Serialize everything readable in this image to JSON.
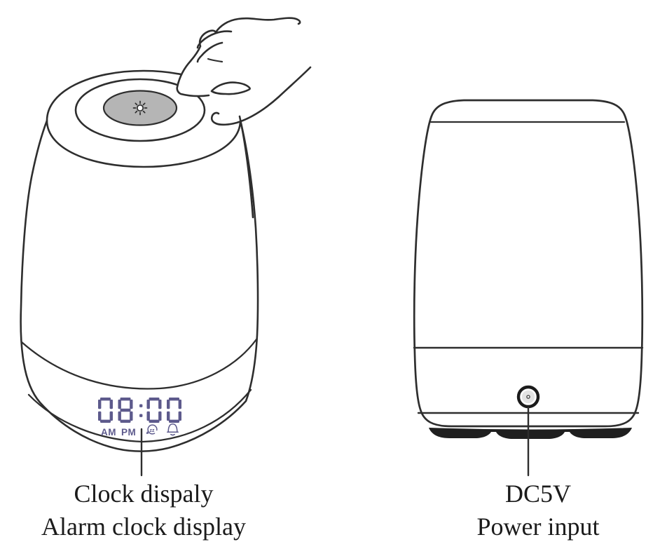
{
  "lamp_front": {
    "display": {
      "time": "08:00",
      "am": "AM",
      "pm": "PM",
      "snooze_zz": "zz",
      "color": "#5d5a8c"
    },
    "caption": {
      "line1": "Clock dispaly",
      "line2": "Alarm clock display"
    }
  },
  "lamp_back": {
    "caption": {
      "line1": "DC5V",
      "line2": "Power input"
    }
  },
  "colors": {
    "line": "#2e2e2e",
    "touch_pad": "#b5b5b5",
    "feet": "#1f1f1f",
    "connector_inner": "#e3e3e3",
    "caption_text": "#1b1b1b"
  }
}
